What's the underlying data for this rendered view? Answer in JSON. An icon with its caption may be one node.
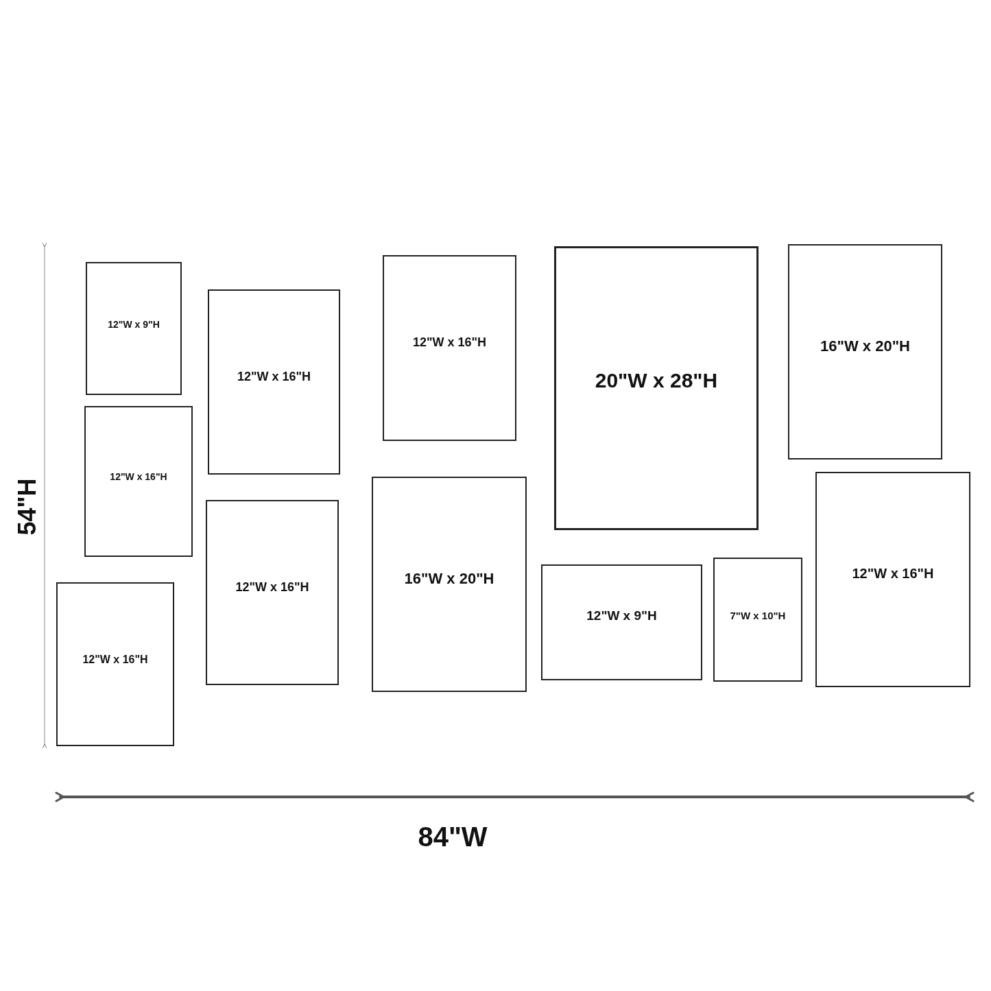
{
  "diagram": {
    "nodes": [
      {
        "text": [
          "12\"W x 9\"H"
        ]
      },
      {
        "text": [
          "12\"W x 16\"H"
        ]
      },
      {
        "text": [
          "12\"W x 16\"H"
        ]
      },
      {
        "text": [
          "12\"W x 16\"H"
        ]
      },
      {
        "text": [
          "12\"W x 16\"H"
        ]
      },
      {
        "text": [
          "12\"W x 16\"H"
        ]
      },
      {
        "text": [
          "16\"W x 20\"H"
        ]
      },
      {
        "text": [
          "20\"W x 28\"H"
        ]
      },
      {
        "text": [
          "12\"W x 9\"H"
        ]
      },
      {
        "text": [
          "7\"W x 10\"H"
        ]
      },
      {
        "text": [
          "16\"W x 20\"H"
        ]
      },
      {
        "text": [
          "12\"W x 16\"H"
        ]
      }
    ],
    "labels": [
      "54\"H",
      "84\"W"
    ]
  }
}
